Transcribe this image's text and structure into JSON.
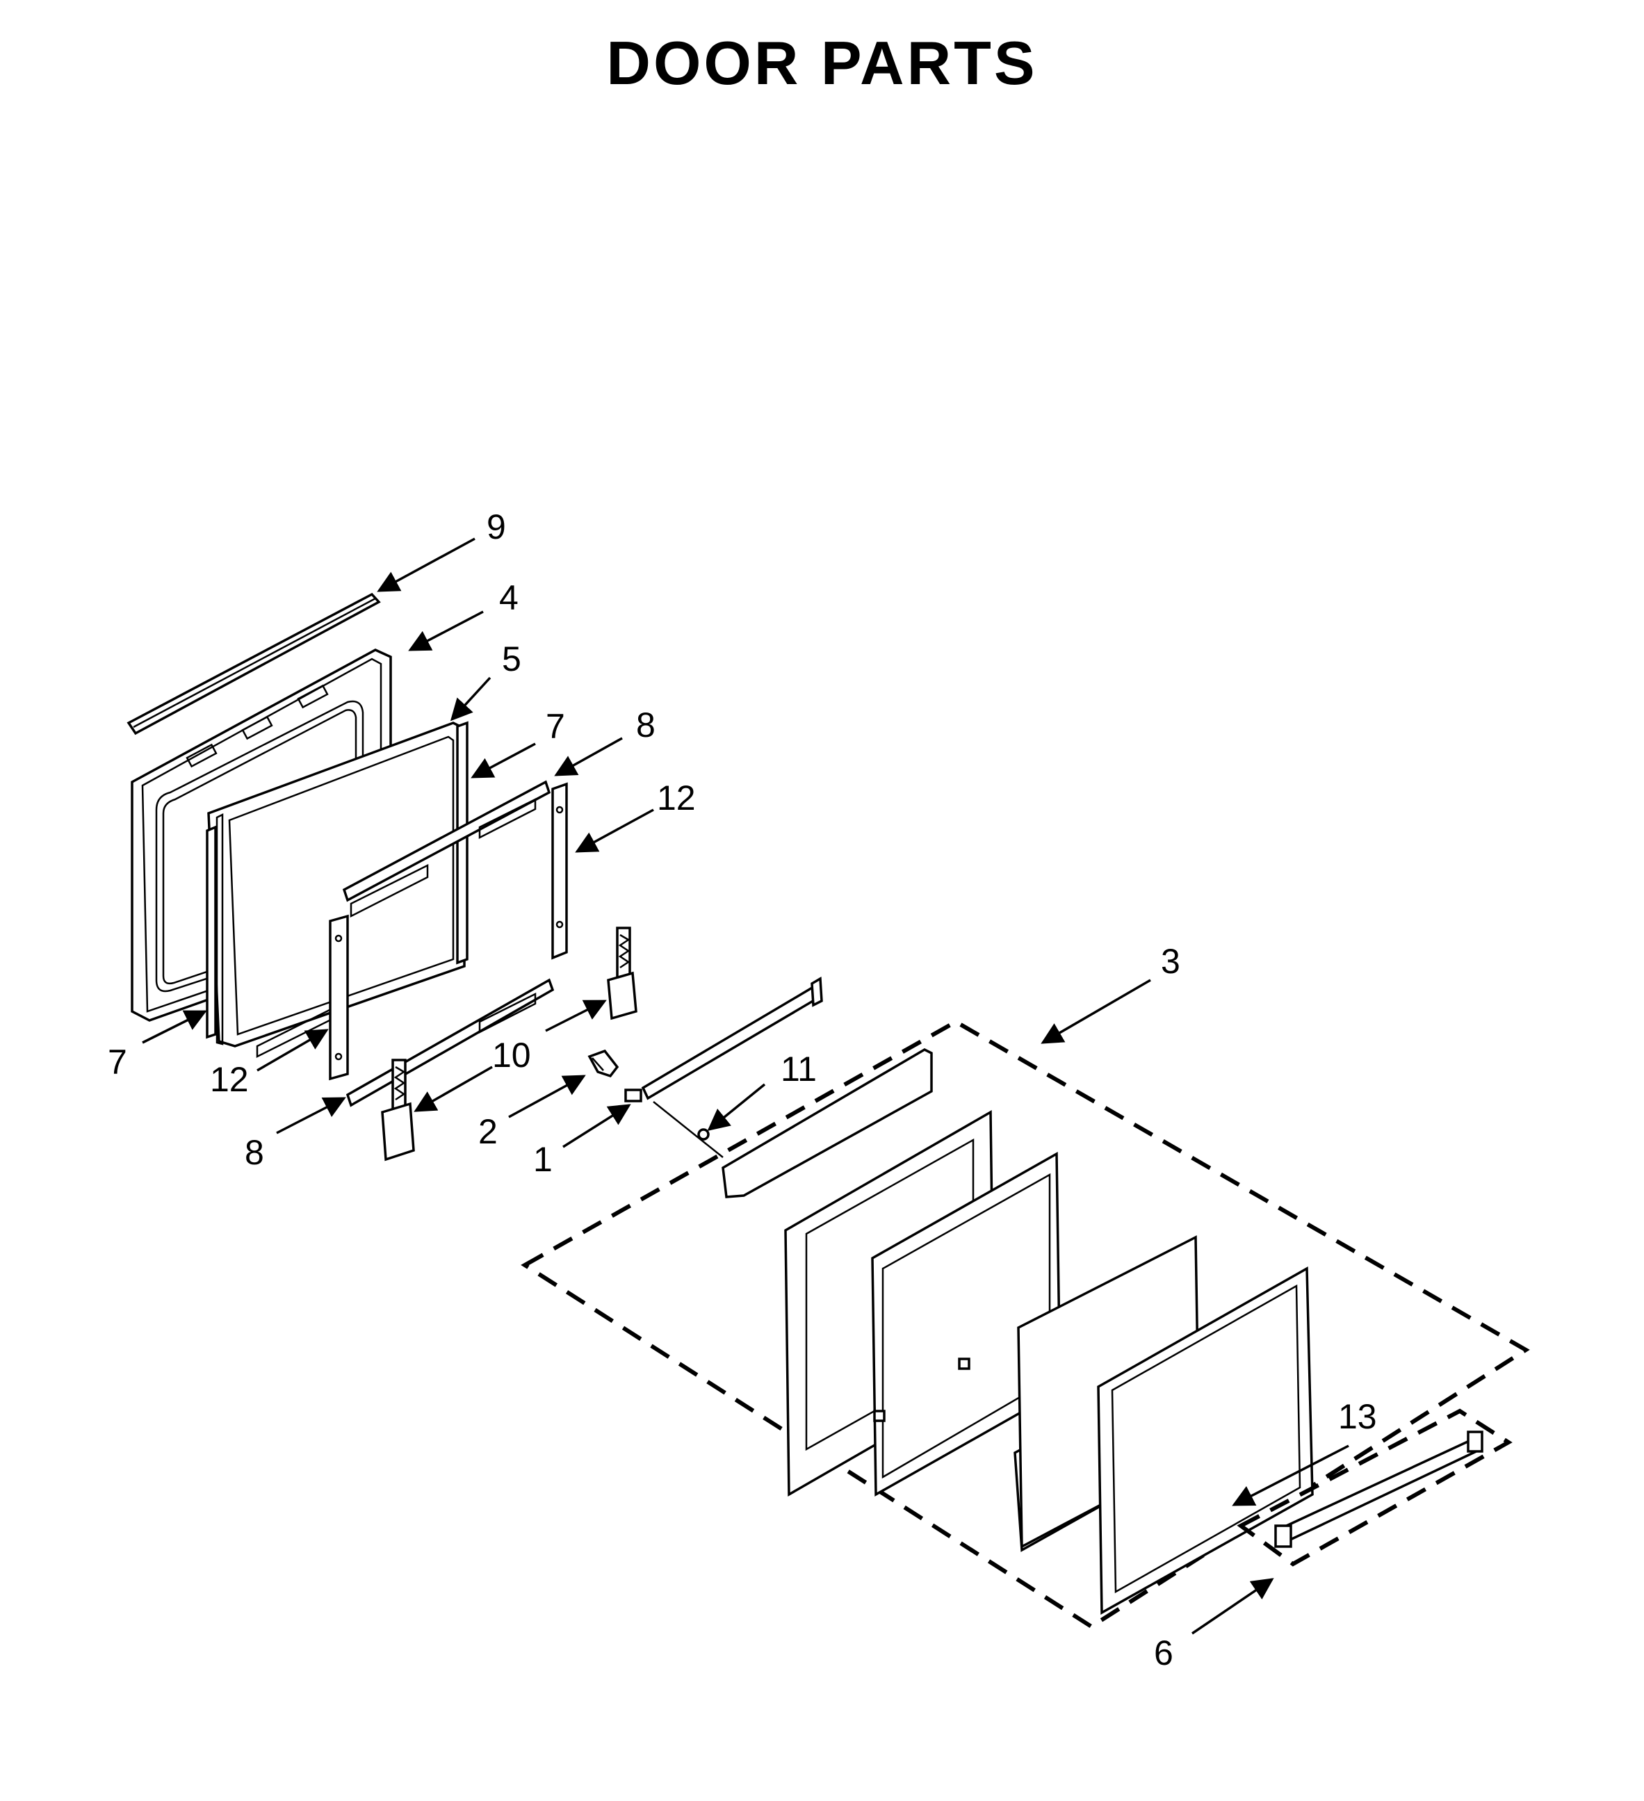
{
  "title": "DOOR PARTS",
  "callouts": {
    "c9": "9",
    "c4": "4",
    "c5": "5",
    "c7a": "7",
    "c8a": "8",
    "c12a": "12",
    "c7b": "7",
    "c12b": "12",
    "c8b": "8",
    "c10": "10",
    "c11": "11",
    "c2": "2",
    "c1": "1",
    "c3": "3",
    "c13": "13",
    "c6": "6"
  }
}
